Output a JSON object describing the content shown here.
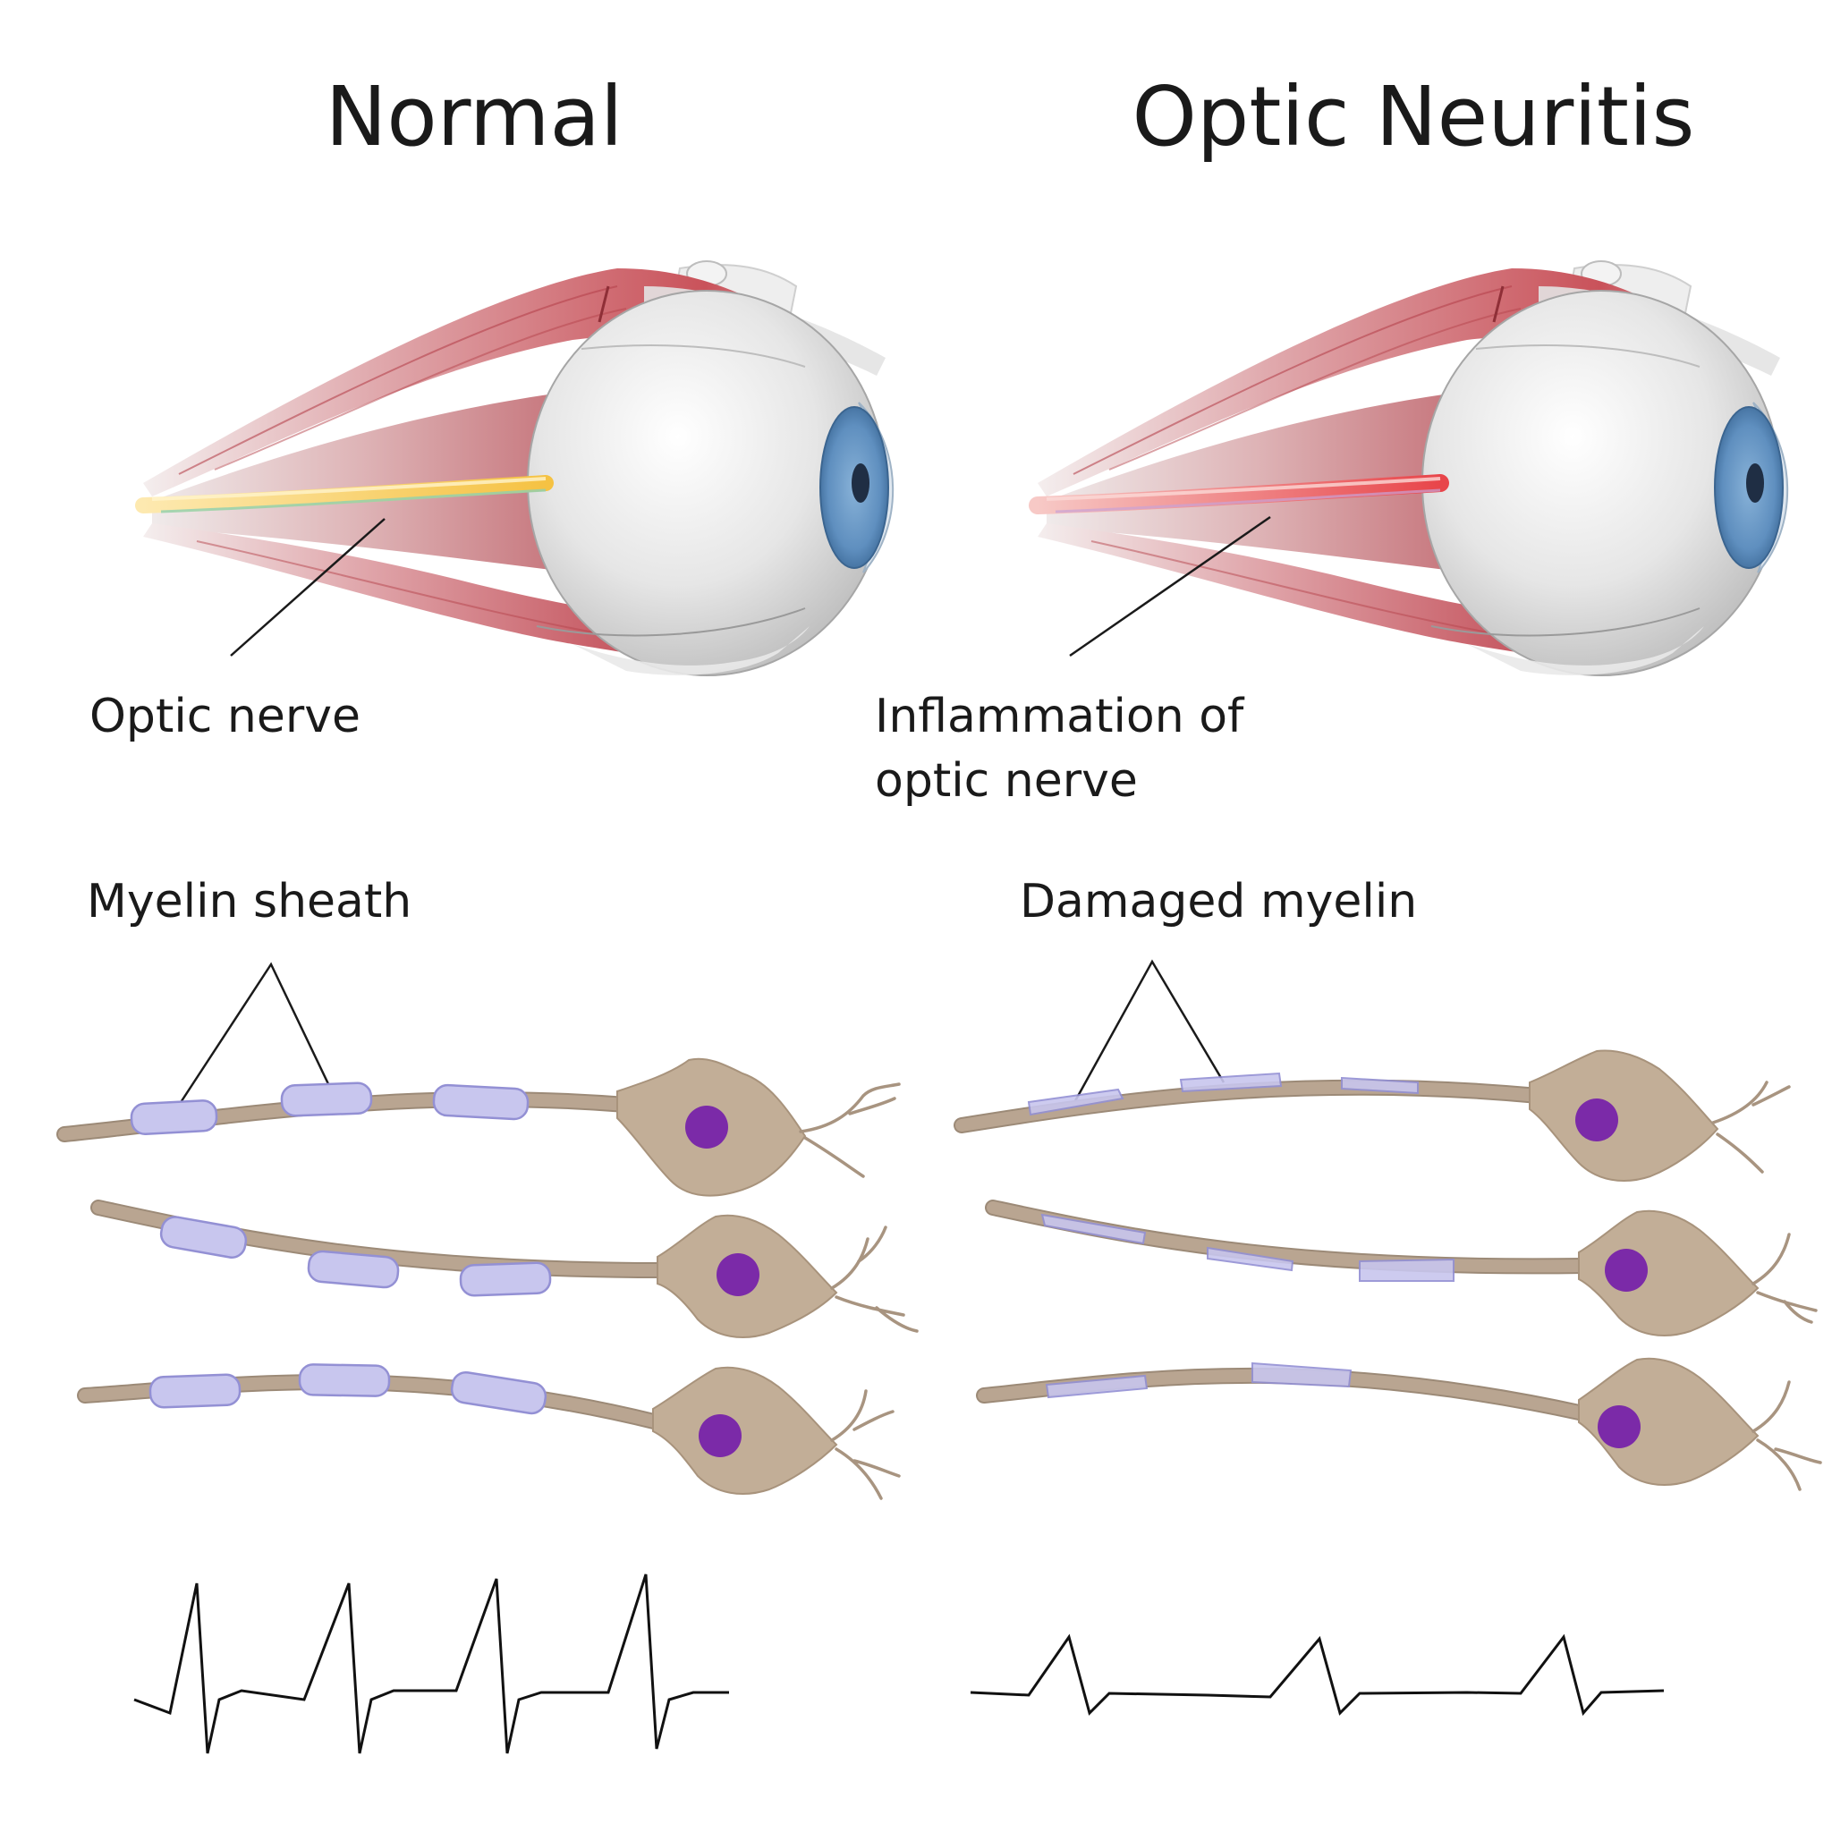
{
  "titles": {
    "normal": "Normal",
    "neuritis": "Optic Neuritis"
  },
  "labels": {
    "optic_nerve": "Optic nerve",
    "inflammation_line1": "Inflammation of",
    "inflammation_line2": "optic nerve",
    "myelin_sheath": "Myelin sheath",
    "damaged_myelin": "Damaged myelin"
  },
  "colors": {
    "healthy_nerve": "#f5c243",
    "inflamed_nerve": "#e8454a",
    "muscle": "#c9525a",
    "iris": "#5f8fbf",
    "myelin": "#c8c6ee",
    "nucleus": "#7b2aa8",
    "neuron_body": "#c2ae97"
  }
}
